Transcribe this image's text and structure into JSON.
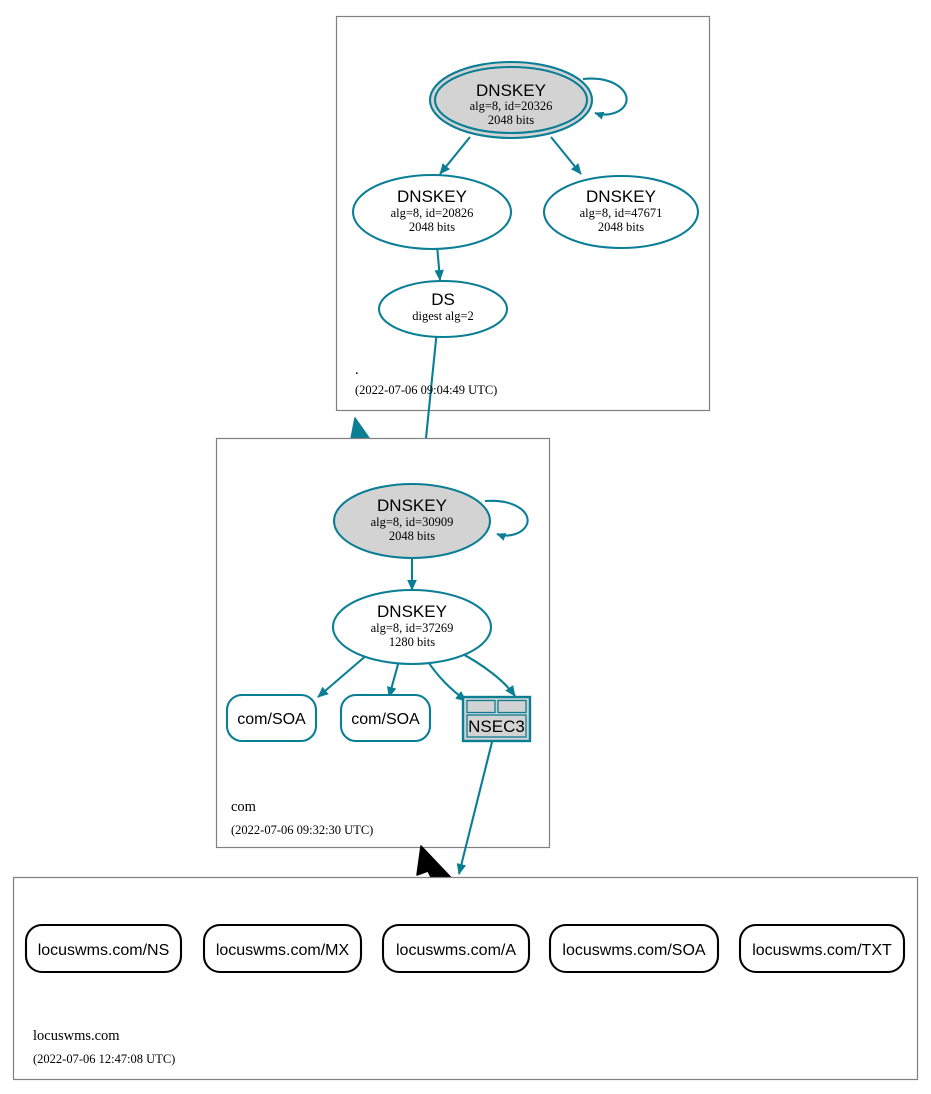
{
  "diagram": {
    "type": "dnssec-authentication-chain",
    "colors": {
      "secure": "#0a7e95",
      "insecure": "#000000",
      "node_fill_highlight": "#d3d3d3",
      "zone_border": "#808080",
      "background": "#ffffff"
    }
  },
  "zones": [
    {
      "id": "root",
      "name": ".",
      "timestamp": "(2022-07-06 09:04:49 UTC)",
      "nodes": [
        {
          "id": "root-ksk",
          "kind": "dnskey",
          "trust_anchor": true,
          "highlighted": true,
          "self_signed": true,
          "title": "DNSKEY",
          "line2": "alg=8, id=20326",
          "line3": "2048 bits"
        },
        {
          "id": "root-zsk-20826",
          "kind": "dnskey",
          "trust_anchor": false,
          "highlighted": false,
          "self_signed": false,
          "title": "DNSKEY",
          "line2": "alg=8, id=20826",
          "line3": "2048 bits"
        },
        {
          "id": "root-zsk-47671",
          "kind": "dnskey",
          "trust_anchor": false,
          "highlighted": false,
          "self_signed": false,
          "title": "DNSKEY",
          "line2": "alg=8, id=47671",
          "line3": "2048 bits"
        },
        {
          "id": "root-ds",
          "kind": "ds",
          "title": "DS",
          "line2": "digest alg=2"
        }
      ]
    },
    {
      "id": "com",
      "name": "com",
      "timestamp": "(2022-07-06 09:32:30 UTC)",
      "nodes": [
        {
          "id": "com-ksk",
          "kind": "dnskey",
          "trust_anchor": false,
          "highlighted": true,
          "self_signed": true,
          "title": "DNSKEY",
          "line2": "alg=8, id=30909",
          "line3": "2048 bits"
        },
        {
          "id": "com-zsk",
          "kind": "dnskey",
          "trust_anchor": false,
          "highlighted": false,
          "self_signed": false,
          "title": "DNSKEY",
          "line2": "alg=8, id=37269",
          "line3": "1280 bits"
        },
        {
          "id": "com-soa-1",
          "kind": "rrset",
          "secure": true,
          "label": "com/SOA"
        },
        {
          "id": "com-soa-2",
          "kind": "rrset",
          "secure": true,
          "label": "com/SOA"
        },
        {
          "id": "com-nsec3",
          "kind": "nsec3",
          "secure": true,
          "label": "NSEC3"
        }
      ]
    },
    {
      "id": "locuswms",
      "name": "locuswms.com",
      "timestamp": "(2022-07-06 12:47:08 UTC)",
      "nodes": [
        {
          "id": "lw-ns",
          "kind": "rrset",
          "secure": false,
          "label": "locuswms.com/NS"
        },
        {
          "id": "lw-mx",
          "kind": "rrset",
          "secure": false,
          "label": "locuswms.com/MX"
        },
        {
          "id": "lw-a",
          "kind": "rrset",
          "secure": false,
          "label": "locuswms.com/A"
        },
        {
          "id": "lw-soa",
          "kind": "rrset",
          "secure": false,
          "label": "locuswms.com/SOA"
        },
        {
          "id": "lw-txt",
          "kind": "rrset",
          "secure": false,
          "label": "locuswms.com/TXT"
        }
      ]
    }
  ],
  "delegations": [
    {
      "from": "root",
      "to": "com",
      "secure": true
    },
    {
      "from": "com",
      "to": "locuswms",
      "secure": false
    }
  ]
}
